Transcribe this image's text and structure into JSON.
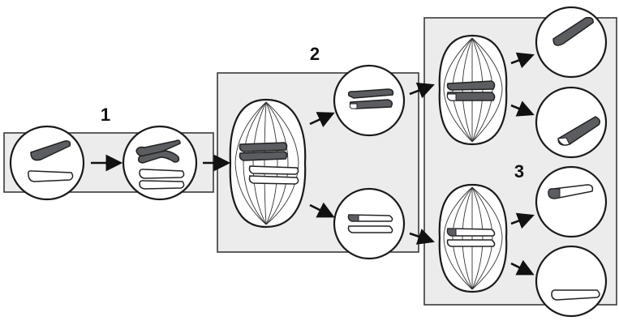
{
  "diagram": {
    "stages": [
      {
        "id": "1",
        "label": "1"
      },
      {
        "id": "2",
        "label": "2"
      },
      {
        "id": "3",
        "label": "3"
      }
    ],
    "colors": {
      "panel_fill": "#ececed",
      "panel_stroke": "#3a3a3a",
      "cell_fill": "#ffffff",
      "cell_stroke": "#1a1a1a",
      "dark_chromosome": "#5b5d61",
      "light_chromosome": "#ffffff",
      "arrow": "#111111"
    }
  }
}
